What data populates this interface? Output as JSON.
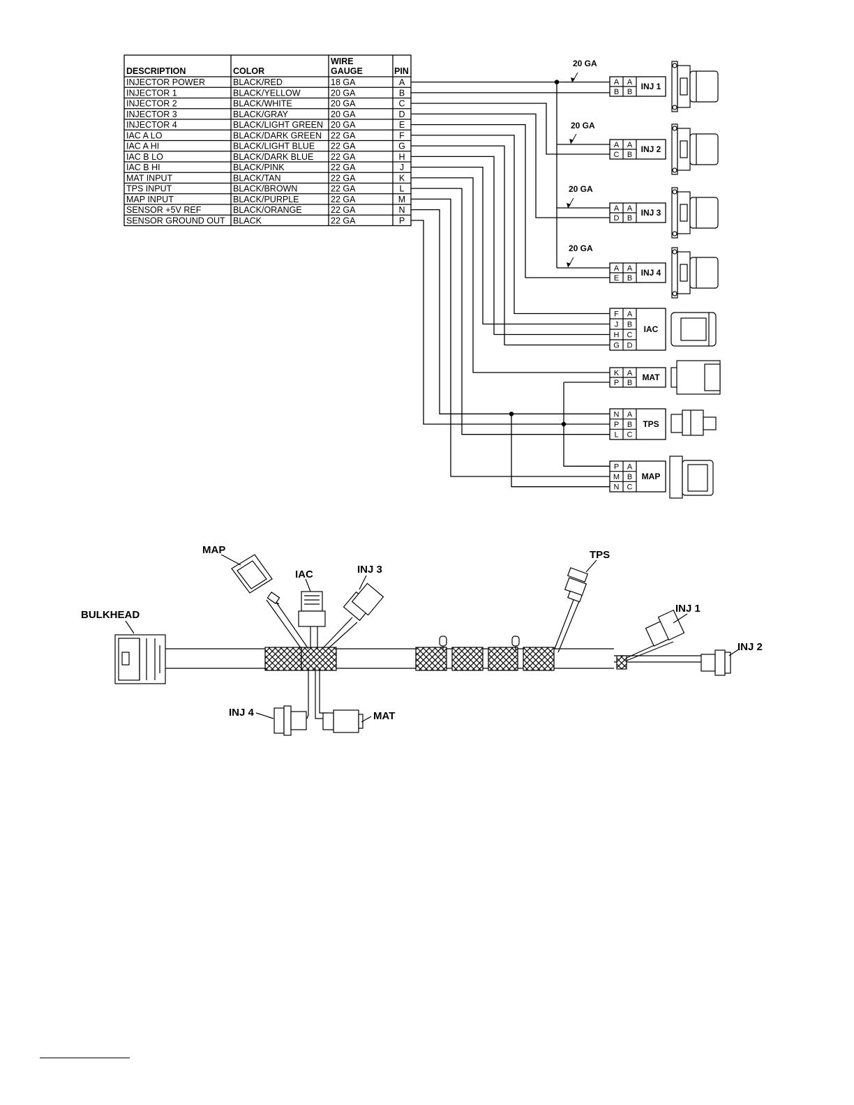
{
  "table": {
    "headers": {
      "description": "DESCRIPTION",
      "color": "COLOR",
      "gauge_line1": "WIRE",
      "gauge_line2": "GAUGE",
      "pin": "PIN"
    },
    "rows": [
      {
        "description": "INJECTOR POWER",
        "color": "BLACK/RED",
        "gauge": "18 GA",
        "pin": "A"
      },
      {
        "description": "INJECTOR 1",
        "color": "BLACK/YELLOW",
        "gauge": "20 GA",
        "pin": "B"
      },
      {
        "description": "INJECTOR 2",
        "color": "BLACK/WHITE",
        "gauge": "20 GA",
        "pin": "C"
      },
      {
        "description": "INJECTOR 3",
        "color": "BLACK/GRAY",
        "gauge": "20 GA",
        "pin": "D"
      },
      {
        "description": "INJECTOR 4",
        "color": "BLACK/LIGHT GREEN",
        "gauge": "20 GA",
        "pin": "E"
      },
      {
        "description": "IAC A LO",
        "color": "BLACK/DARK GREEN",
        "gauge": "22 GA",
        "pin": "F"
      },
      {
        "description": "IAC A HI",
        "color": "BLACK/LIGHT BLUE",
        "gauge": "22 GA",
        "pin": "G"
      },
      {
        "description": "IAC B LO",
        "color": "BLACK/DARK BLUE",
        "gauge": "22 GA",
        "pin": "H"
      },
      {
        "description": "IAC B HI",
        "color": "BLACK/PINK",
        "gauge": "22 GA",
        "pin": "J"
      },
      {
        "description": "MAT INPUT",
        "color": "BLACK/TAN",
        "gauge": "22 GA",
        "pin": "K"
      },
      {
        "description": "TPS INPUT",
        "color": "BLACK/BROWN",
        "gauge": "22 GA",
        "pin": "L"
      },
      {
        "description": "MAP INPUT",
        "color": "BLACK/PURPLE",
        "gauge": "22 GA",
        "pin": "M"
      },
      {
        "description": "SENSOR +5V REF",
        "color": "BLACK/ORANGE",
        "gauge": "22 GA",
        "pin": "N"
      },
      {
        "description": "SENSOR GROUND OUT",
        "color": "BLACK",
        "gauge": "22 GA",
        "pin": "P"
      }
    ]
  },
  "connectors": [
    {
      "label": "INJ 1",
      "pins": [
        [
          "A",
          "A"
        ],
        [
          "B",
          "B"
        ]
      ],
      "gauge_note": "20 GA"
    },
    {
      "label": "INJ 2",
      "pins": [
        [
          "A",
          "A"
        ],
        [
          "C",
          "B"
        ]
      ],
      "gauge_note": "20 GA"
    },
    {
      "label": "INJ 3",
      "pins": [
        [
          "A",
          "A"
        ],
        [
          "D",
          "B"
        ]
      ],
      "gauge_note": "20 GA"
    },
    {
      "label": "INJ 4",
      "pins": [
        [
          "A",
          "A"
        ],
        [
          "E",
          "B"
        ]
      ],
      "gauge_note": "20 GA"
    },
    {
      "label": "IAC",
      "pins": [
        [
          "F",
          "A"
        ],
        [
          "J",
          "B"
        ],
        [
          "H",
          "C"
        ],
        [
          "G",
          "D"
        ]
      ]
    },
    {
      "label": "MAT",
      "pins": [
        [
          "K",
          "A"
        ],
        [
          "P",
          "B"
        ]
      ]
    },
    {
      "label": "TPS",
      "pins": [
        [
          "N",
          "A"
        ],
        [
          "P",
          "B"
        ],
        [
          "L",
          "C"
        ]
      ]
    },
    {
      "label": "MAP",
      "pins": [
        [
          "P",
          "A"
        ],
        [
          "M",
          "B"
        ],
        [
          "N",
          "C"
        ]
      ]
    }
  ],
  "harness_labels": {
    "map": "MAP",
    "iac": "IAC",
    "inj3": "INJ 3",
    "tps": "TPS",
    "bulkhead": "BULKHEAD",
    "inj1": "INJ 1",
    "inj2": "INJ 2",
    "inj4": "INJ 4",
    "mat": "MAT"
  }
}
